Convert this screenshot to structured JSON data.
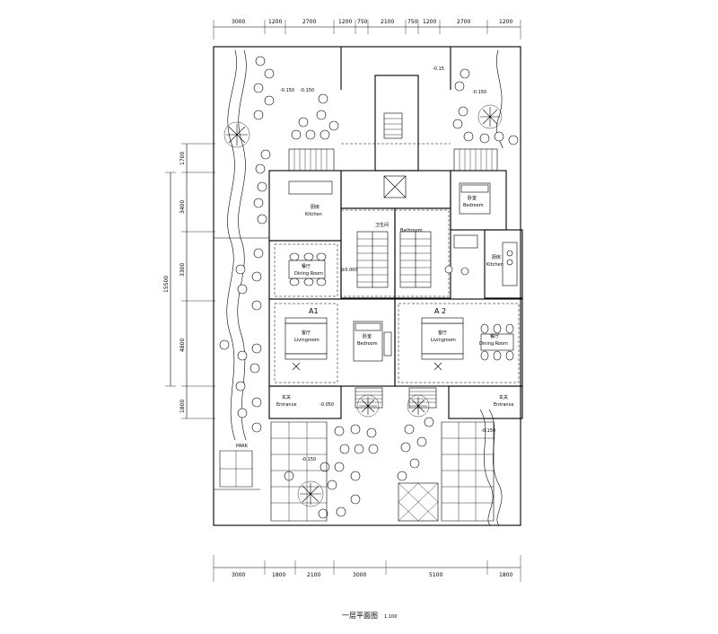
{
  "dimensions_top": [
    "3000",
    "1200",
    "2700",
    "1200",
    "750",
    "2100",
    "750",
    "1200",
    "2700",
    "1200"
  ],
  "dimensions_bottom": [
    "3000",
    "1800",
    "2100",
    "3000",
    "5100",
    "1800"
  ],
  "dimensions_left": [
    "1700",
    "3400",
    "3300",
    "4800",
    "1800"
  ],
  "dimension_total_left": "15500",
  "units": [
    "A1",
    "A 2"
  ],
  "rooms": {
    "kitchen_left": {
      "zh": "厨房",
      "en": "Kitchen"
    },
    "dining_left": {
      "zh": "餐厅",
      "en": "Dining Room"
    },
    "living_left": {
      "zh": "客厅",
      "en": "Livingroom"
    },
    "entrance_left": {
      "zh": "玄关",
      "en": "Entrance"
    },
    "bedroom_mid": {
      "zh": "卧室",
      "en": "Bedroom"
    },
    "bathroom": {
      "zh": "卫生间",
      "en": "Bathroom"
    },
    "bedroom_right": {
      "zh": "卧室",
      "en": "Bedroom"
    },
    "kitchen_right": {
      "zh": "厨房",
      "en": "Kitchen"
    },
    "living_right": {
      "zh": "客厅",
      "en": "Livingroom"
    },
    "dining_right": {
      "zh": "餐厅",
      "en": "Dining Room"
    },
    "entrance_right": {
      "zh": "玄关",
      "en": "Entrance"
    },
    "park": "PARK"
  },
  "levels": [
    "-0.150",
    "-0.150",
    "-0.15",
    "-0.150",
    "±0.000",
    "-0.050",
    "-0.150",
    "-0.150"
  ],
  "title": "一层平面图",
  "scale": "1:100"
}
